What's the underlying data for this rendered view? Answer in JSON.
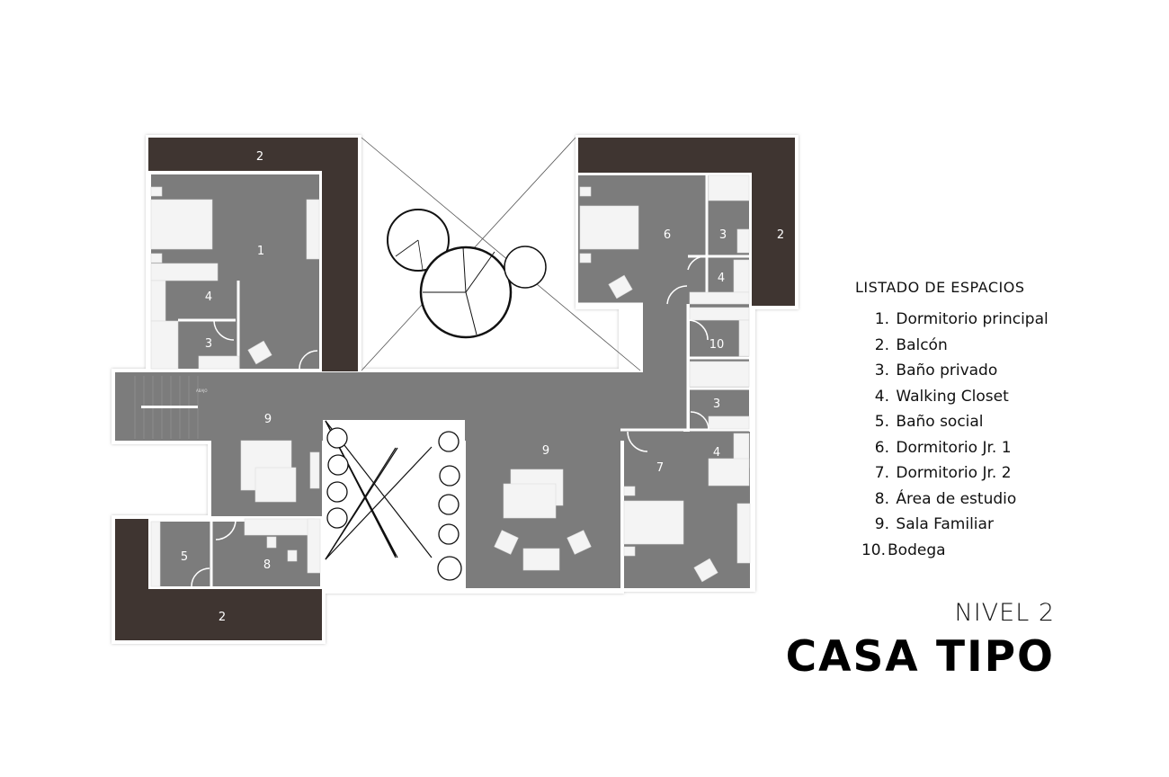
{
  "colors": {
    "floor": "#7c7c7c",
    "balcony": "#3f3531",
    "wall": "#ffffff",
    "furniture": "#f4f4f4",
    "text": "#111111"
  },
  "plan": {
    "stair_label": "ABAJO",
    "rooms": [
      {
        "id": "1",
        "label": "1"
      },
      {
        "id": "2a",
        "label": "2"
      },
      {
        "id": "2b",
        "label": "2"
      },
      {
        "id": "2c",
        "label": "2"
      },
      {
        "id": "3a",
        "label": "3"
      },
      {
        "id": "3b",
        "label": "3"
      },
      {
        "id": "3c",
        "label": "3"
      },
      {
        "id": "4a",
        "label": "4"
      },
      {
        "id": "4b",
        "label": "4"
      },
      {
        "id": "4c",
        "label": "4"
      },
      {
        "id": "5",
        "label": "5"
      },
      {
        "id": "6",
        "label": "6"
      },
      {
        "id": "7",
        "label": "7"
      },
      {
        "id": "8",
        "label": "8"
      },
      {
        "id": "9a",
        "label": "9"
      },
      {
        "id": "9b",
        "label": "9"
      },
      {
        "id": "10",
        "label": "10"
      }
    ]
  },
  "legend": {
    "title": "LISTADO DE ESPACIOS",
    "items": [
      {
        "num": "1.",
        "name": "Dormitorio principal"
      },
      {
        "num": "2.",
        "name": "Balcón"
      },
      {
        "num": "3.",
        "name": "Baño privado"
      },
      {
        "num": "4.",
        "name": "Walking Closet"
      },
      {
        "num": "5.",
        "name": "Baño social"
      },
      {
        "num": "6.",
        "name": "Dormitorio Jr. 1"
      },
      {
        "num": "7.",
        "name": "Dormitorio Jr. 2"
      },
      {
        "num": "8.",
        "name": "Área de estudio"
      },
      {
        "num": "9.",
        "name": "Sala Familiar"
      },
      {
        "num": "10.",
        "name": "Bodega"
      }
    ]
  },
  "heading": {
    "level": "NIVEL 2",
    "title": "CASA TIPO"
  }
}
